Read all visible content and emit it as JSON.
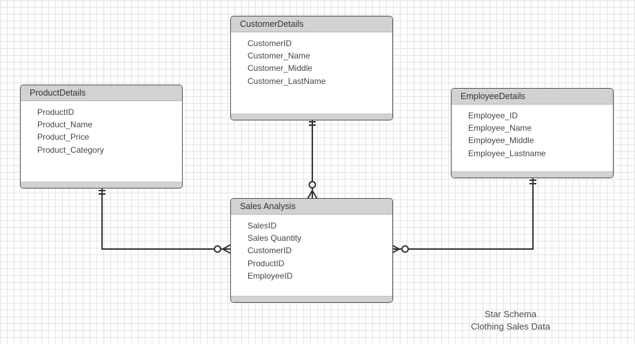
{
  "diagram": {
    "caption": {
      "line1": "Star Schema",
      "line2": "Clothing Sales Data"
    },
    "entities": [
      {
        "id": "customer-details",
        "title": "CustomerDetails",
        "attributes": [
          "CustomerID",
          "Customer_Name",
          "Customer_Middle",
          "Customer_LastName"
        ]
      },
      {
        "id": "product-details",
        "title": "ProductDetails",
        "attributes": [
          "ProductID",
          "Product_Name",
          "Product_Price",
          "Product_Category"
        ]
      },
      {
        "id": "employee-details",
        "title": "EmployeeDetails",
        "attributes": [
          "Employee_ID",
          "Employee_Name",
          "Employee_Middle",
          "Employee_Lastname"
        ]
      },
      {
        "id": "sales-analysis",
        "title": "Sales Analysis",
        "attributes": [
          "SalesID",
          "Sales Quantity",
          "CustomerID",
          "ProductID",
          "EmployeeID"
        ]
      }
    ],
    "relationships": [
      {
        "from": "customer-details",
        "to": "sales-analysis",
        "from_cardinality": "one-and-only-one",
        "to_cardinality": "zero-or-many"
      },
      {
        "from": "product-details",
        "to": "sales-analysis",
        "from_cardinality": "one-and-only-one",
        "to_cardinality": "zero-or-many"
      },
      {
        "from": "employee-details",
        "to": "sales-analysis",
        "from_cardinality": "one-and-only-one",
        "to_cardinality": "zero-or-many"
      }
    ]
  }
}
